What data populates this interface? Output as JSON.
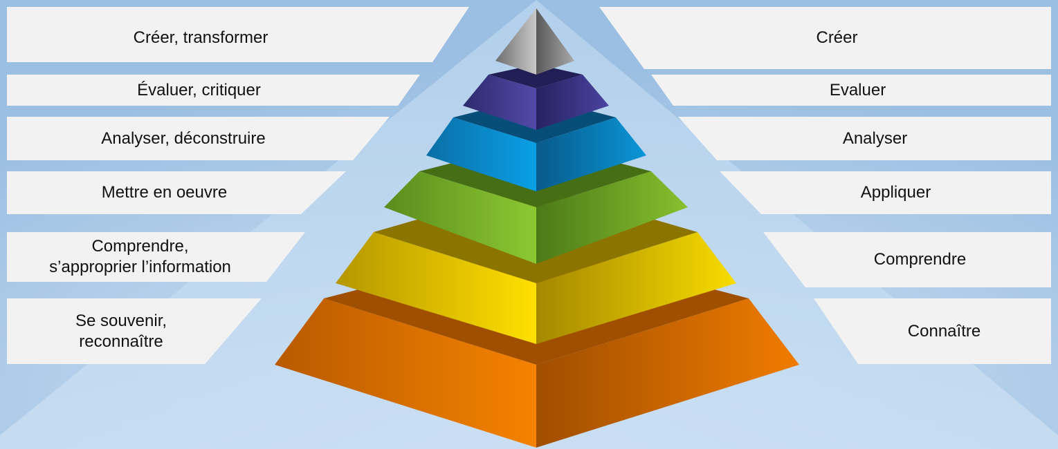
{
  "colors": {
    "background_center": "#cfe1f3",
    "background_edge": "#9cc0e3",
    "panel": "#f2f2f2",
    "levels": [
      "#f07c00",
      "#f0d200",
      "#7cb928",
      "#0a8cc8",
      "#3e3a8e",
      "#9a9a9a"
    ]
  },
  "levels": [
    {
      "level": 1,
      "left_label": "Se souvenir,\nreconnaître",
      "right_label": "Connaître",
      "color": "orange"
    },
    {
      "level": 2,
      "left_label": "Comprendre,\ns’approprier l’information",
      "right_label": "Comprendre",
      "color": "yellow"
    },
    {
      "level": 3,
      "left_label": "Mettre en oeuvre",
      "right_label": "Appliquer",
      "color": "green"
    },
    {
      "level": 4,
      "left_label": "Analyser, déconstruire",
      "right_label": "Analyser",
      "color": "blue"
    },
    {
      "level": 5,
      "left_label": "Évaluer, critiquer",
      "right_label": "Evaluer",
      "color": "indigo"
    },
    {
      "level": 6,
      "left_label": "Créer, transformer",
      "right_label": "Créer",
      "color": "gray"
    }
  ]
}
